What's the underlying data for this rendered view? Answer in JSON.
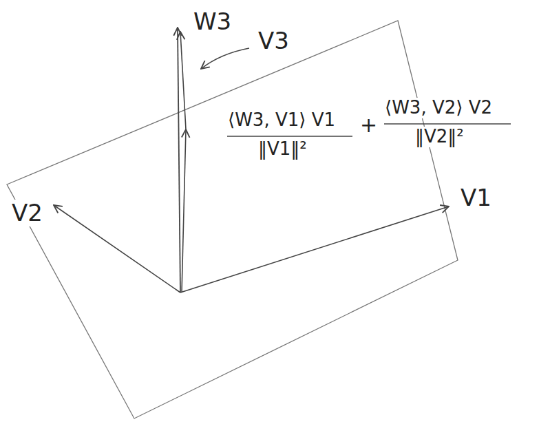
{
  "diagram": {
    "labels": [
      "W3",
      "V3",
      "V1",
      "V2",
      "⟨W3, V1⟩ V1",
      "‖V1‖²",
      "+",
      "⟨W3, V2⟩ V2",
      "‖V2‖²"
    ]
  }
}
